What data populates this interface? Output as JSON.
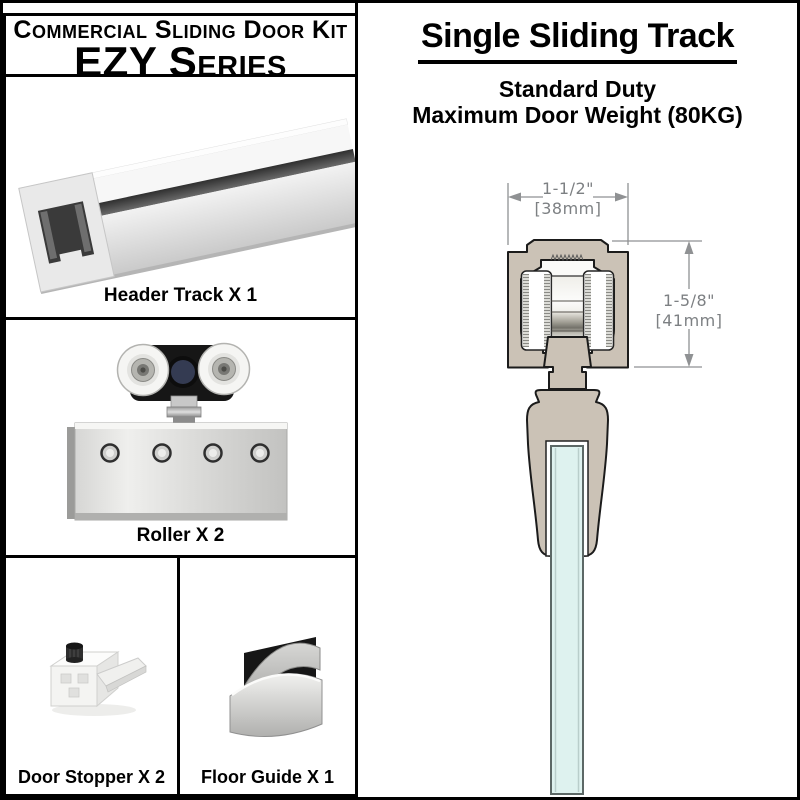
{
  "left_panel": {
    "title": {
      "line1": "Commercial Sliding Door Kit",
      "line2": "EZY Series"
    },
    "components": [
      {
        "name": "header-track",
        "label": "Header Track X 1"
      },
      {
        "name": "roller",
        "label": "Roller X 2"
      },
      {
        "name": "door-stopper",
        "label": "Door Stopper X 2"
      },
      {
        "name": "floor-guide",
        "label": "Floor Guide X 1"
      }
    ]
  },
  "right_panel": {
    "title": "Single Sliding Track",
    "subtitle": {
      "line1": "Standard Duty",
      "line2": "Maximum Door Weight (80KG)"
    },
    "diagram": {
      "width_dimension": {
        "imperial": "1-1/2\"",
        "metric": "[38mm]"
      },
      "height_dimension": {
        "imperial": "1-5/8\"",
        "metric": "[41mm]"
      }
    }
  },
  "colors": {
    "track_fill": "#cbc2b6",
    "outline": "#1b1b1b",
    "glass": "#def2ef",
    "dimension_gray": "#8f9193"
  }
}
